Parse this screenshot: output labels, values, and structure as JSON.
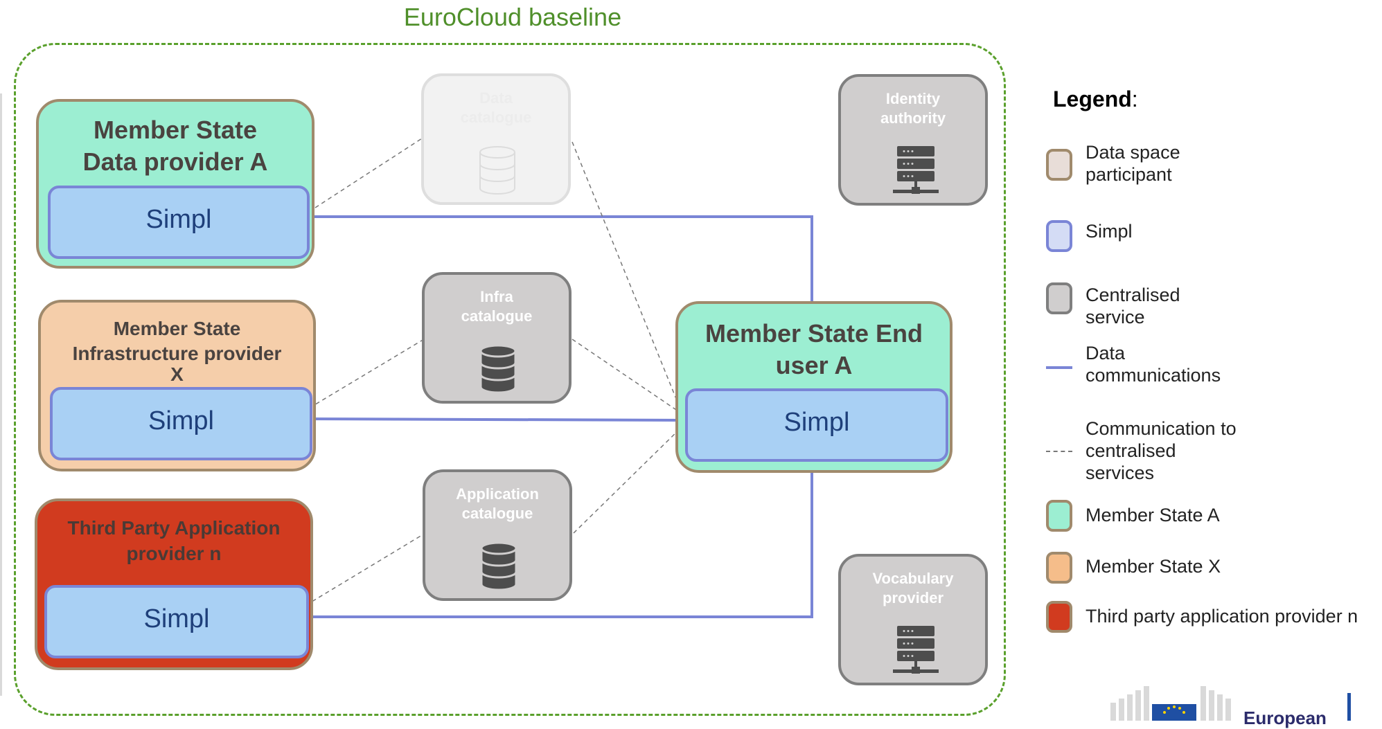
{
  "title": "EuroCloud baseline",
  "participants": {
    "a": {
      "title_line1": "Member State",
      "title_line2": "Data provider A",
      "simpl": "Simpl"
    },
    "x": {
      "title_line1": "Member State",
      "title_line2": "Infrastructure provider",
      "title_line3": "X",
      "simpl": "Simpl"
    },
    "n": {
      "title_line1": "Third Party Application",
      "title_line2": "provider n",
      "simpl": "Simpl"
    },
    "end_user": {
      "title_line1": "Member State End",
      "title_line2": "user A",
      "simpl": "Simpl"
    }
  },
  "services": {
    "data_catalogue": {
      "line1": "Data",
      "line2": "catalogue",
      "icon": "database-icon"
    },
    "infra_catalogue": {
      "line1": "Infra",
      "line2": "catalogue",
      "icon": "database-icon"
    },
    "application_catalogue": {
      "line1": "Application",
      "line2": "catalogue",
      "icon": "database-icon"
    },
    "identity_authority": {
      "line1": "Identity",
      "line2": "authority",
      "icon": "server-icon"
    },
    "vocabulary_provider": {
      "line1": "Vocabulary",
      "line2": "provider",
      "icon": "server-icon"
    }
  },
  "legend": {
    "title": "Legend",
    "colon": ":",
    "items": {
      "participant": {
        "line1": "Data space",
        "line2": "participant",
        "fill": "#e8ddd8",
        "border": "#a08a6c"
      },
      "simpl": {
        "line1": "Simpl",
        "fill": "#d4dcf5",
        "border": "#7a85d6"
      },
      "centralised": {
        "line1": "Centralised",
        "line2": "service",
        "fill": "#d0cece",
        "border": "#7f7f7f"
      },
      "data_comm": {
        "line1": "Data",
        "line2": "communications",
        "color": "#7a85d6"
      },
      "central_comm": {
        "line1": "Communication to",
        "line2": "centralised",
        "line3": "services",
        "color": "#777777"
      },
      "ms_a": {
        "line1": "Member State A",
        "fill": "#9ceed2",
        "border": "#a08a6c"
      },
      "ms_x": {
        "line1": "Member State X",
        "fill": "#f5bd8a",
        "border": "#a08a6c"
      },
      "third_party": {
        "line1": "Third party application provider n",
        "fill": "#d13b1f",
        "border": "#a08a6c"
      }
    }
  },
  "logo": {
    "text": "European"
  },
  "colors": {
    "member_state_a": "#9ceed2",
    "member_state_x": "#f5ceaa",
    "third_party": "#d13b1f",
    "simpl": "#a9d0f4",
    "data_line": "#7a85d6",
    "frame": "#5aa02c"
  }
}
